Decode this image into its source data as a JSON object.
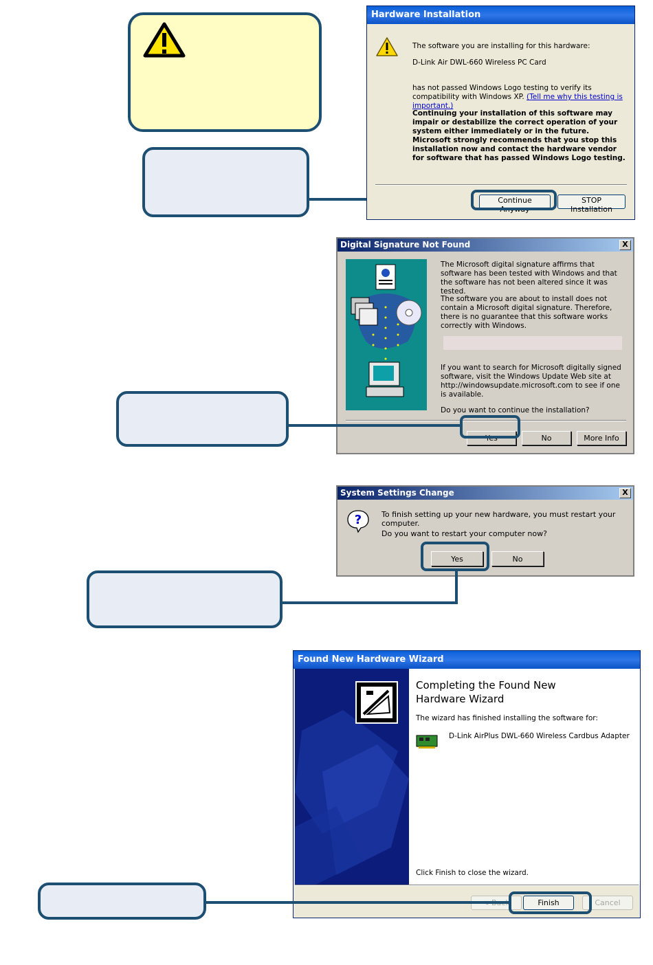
{
  "hardware_installation": {
    "title": "Hardware Installation",
    "line1": "The software you are installing for this hardware:",
    "device": "D-Link Air DWL-660 Wireless PC Card",
    "line2": "has not passed Windows Logo testing to verify its compatibility with Windows XP.",
    "link": "(Tell me why this testing is important.)",
    "warning_bold": "Continuing your installation of this software may impair or destabilize the correct operation of your system either immediately or in the future. Microsoft strongly recommends that you stop this installation now and contact the hardware vendor for software that has passed Windows Logo testing.",
    "continue_label": "Continue Anyway",
    "stop_label": "STOP Installation"
  },
  "digital_signature": {
    "title": "Digital Signature Not Found",
    "close_label": "X",
    "para1": "The Microsoft digital signature affirms that software has been tested with Windows and that the software has not been altered since it was tested.",
    "para2": "The software you are about to install does not contain a Microsoft digital signature. Therefore,  there is no guarantee that this software works correctly with Windows.",
    "para3": "If you want to search for Microsoft digitally signed software, visit the Windows Update Web site at http://windowsupdate.microsoft.com to see if one is available.",
    "question": "Do you want to continue the installation?",
    "yes_label": "Yes",
    "no_label": "No",
    "more_label": "More Info"
  },
  "system_settings": {
    "title": "System Settings Change",
    "close_label": "X",
    "line1": "To finish setting up your new hardware, you must restart your computer.",
    "line2": "Do you want to restart your computer now?",
    "yes_label": "Yes",
    "no_label": "No"
  },
  "wizard": {
    "title": "Found New Hardware Wizard",
    "heading": "Completing the Found New Hardware Wizard",
    "line1": "The wizard has finished installing the software for:",
    "device": "D-Link AirPlus DWL-660 Wireless Cardbus Adapter",
    "close_text": "Click Finish to close the wizard.",
    "back_label": "< Back",
    "finish_label": "Finish",
    "cancel_label": "Cancel"
  },
  "colors": {
    "callout_border": "#1d4f73",
    "callout_fill": "#e7ecf5",
    "warning_fill": "#fffcc4",
    "xp_title": "#0a5fd8",
    "wizard_panel": "#0b1c7a"
  }
}
